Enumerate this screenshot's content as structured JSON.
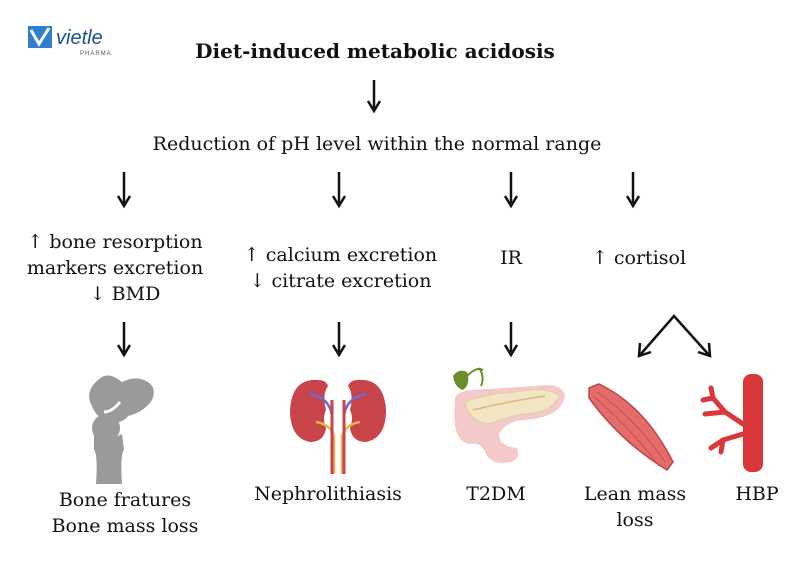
{
  "logo": {
    "brand": "vietle",
    "sub": "PHARMA"
  },
  "title": "Diet-induced metabolic acidosis",
  "level2": "Reduction of pH level within the normal range",
  "branches": {
    "bone": {
      "effects": [
        "↑ bone resorption",
        "markers excretion",
        "↓ BMD"
      ],
      "outcome": [
        "Bone fratures",
        "Bone mass loss"
      ]
    },
    "kidney": {
      "effects": [
        "↑ calcium excretion",
        "↓ citrate excretion"
      ],
      "outcome": [
        "Nephrolithiasis"
      ]
    },
    "ir": {
      "effects": [
        "IR"
      ],
      "outcome": [
        "T2DM"
      ]
    },
    "cortisol": {
      "effects": [
        "↑ cortisol"
      ],
      "outcome_left": [
        "Lean mass",
        "loss"
      ],
      "outcome_right": [
        "HBP"
      ]
    }
  },
  "colors": {
    "logo_blue": "#2f7fd1",
    "bone_gray": "#9a9a9a",
    "kidney_red": "#c8434a",
    "pancreas": "#f3e6c4",
    "muscle": "#e46c6a",
    "vessel_red": "#d9373a"
  }
}
